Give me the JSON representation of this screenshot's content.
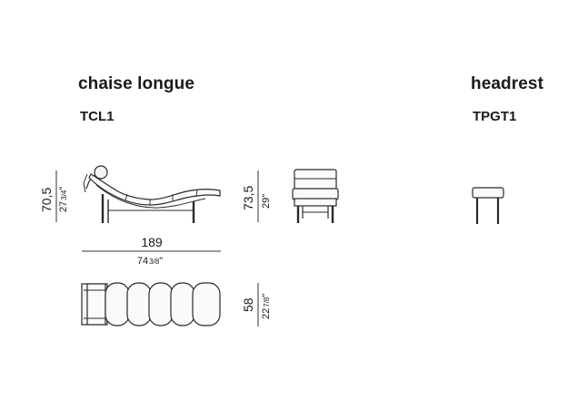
{
  "sections": {
    "chaise": {
      "title": "chaise longue",
      "code": "TCL1"
    },
    "headrest": {
      "title": "headrest",
      "code": "TPGT1"
    }
  },
  "dimensions": {
    "side_height_cm": "70,5",
    "side_height_in_whole": "27",
    "side_height_in_frac": "3/4",
    "length_cm": "189",
    "length_in_whole": "74",
    "length_in_frac": "3/8",
    "front_height_cm": "73,5",
    "front_height_in": "29\"",
    "top_width_cm": "58",
    "top_width_in_whole": "22",
    "top_width_in_frac": "7/8"
  },
  "colors": {
    "ink": "#1a1a1a",
    "line": "#333333"
  }
}
